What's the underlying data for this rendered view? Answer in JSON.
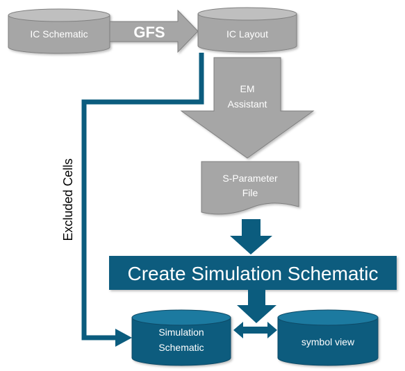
{
  "nodes": {
    "ic_schematic": "IC Schematic",
    "gfs": "GFS",
    "ic_layout": "IC Layout",
    "em_assistant_line1": "EM",
    "em_assistant_line2": "Assistant",
    "sparam_line1": "S-Parameter",
    "sparam_line2": "File",
    "create_sim": "Create Simulation Schematic",
    "sim_schematic_line1": "Simulation",
    "sim_schematic_line2": "Schematic",
    "symbol_view": "symbol view",
    "excluded_cells": "Excluded Cells"
  },
  "colors": {
    "gray_fill": "#a6a6a6",
    "gray_top": "#bfbfbf",
    "gray_edge": "#7f7f7f",
    "teal": "#0b5c7e",
    "teal_top": "#1c7aa0",
    "teal_edge": "#0a4a66"
  }
}
